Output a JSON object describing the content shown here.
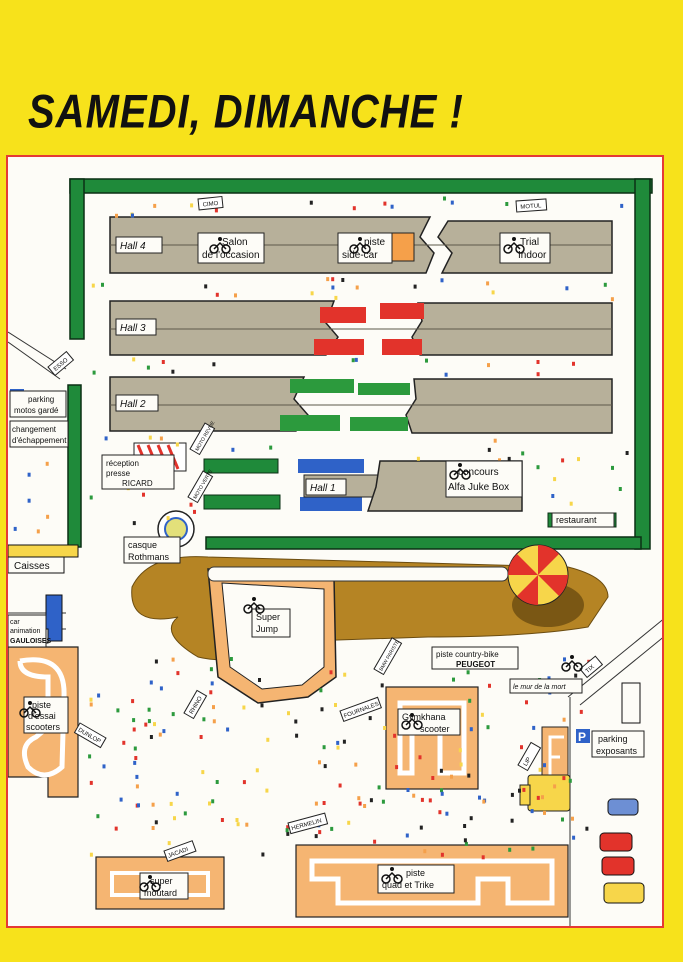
{
  "title": "SAMEDI, DIMANCHE !",
  "colors": {
    "page": "#f7e21b",
    "wall": "#1f8a3a",
    "hall": "#b7b09a",
    "track": "#f5b572",
    "mud": "#b58424",
    "frame": "#e53a35",
    "red": "#e2332b",
    "blue": "#2f62c8",
    "green": "#2c9a3d"
  },
  "halls": [
    "Hall 4",
    "Hall 3",
    "Hall 2",
    "Hall 1"
  ],
  "hall4": {
    "salon_line1": "Salon",
    "salon_line2": "de l'occasion",
    "sidecar_line1": "piste",
    "sidecar_line2": "side-car",
    "trial_line1": "Trial",
    "trial_line2": "Indoor"
  },
  "hall1": {
    "concours_line1": "concours",
    "concours_line2": "Alfa Juke Box"
  },
  "flags": {
    "cimo": "CIMO",
    "motul": "MOTUL",
    "esso": "ESSO",
    "moto_revue": "MOTO REVUE",
    "moto_verte": "MOTO VERTE",
    "rhino": "RHINO",
    "dunlop": "DUNLOP",
    "jacadi": "JACADI",
    "hermelin": "HERMELIN",
    "fournales": "FOURNALES",
    "bmw_pariste": "BMW PARISTE",
    "lip": "LIP",
    "tix": "TIX"
  },
  "zones": {
    "parking_garde_line1": "parking",
    "parking_garde_line2": "motos gardé",
    "echappement_line1": "changement",
    "echappement_line2": "d'échappement",
    "presse_line1": "réception",
    "presse_line2": "presse",
    "presse_line3": "RICARD",
    "restaurant": "restaurant",
    "casque_line1": "casque",
    "casque_line2": "Rothmans",
    "caisses": "Caisses",
    "gauloises_line1": "car",
    "gauloises_line2": "animation",
    "gauloises_line3": "GAULOISES",
    "super_jump_line1": "Super",
    "super_jump_line2": "Jump",
    "country_bike_line1": "piste country-bike",
    "country_bike_line2": "PEUGEOT",
    "mur_de_la_mort": "le mur de la mort",
    "scooters_line1": "piste",
    "scooters_line2": "d'essai",
    "scooters_line3": "scooters",
    "gymkhana_line1": "Gymkhana",
    "gymkhana_line2": "scooter",
    "parking_exposants_line1": "parking",
    "parking_exposants_line2": "exposants",
    "super_moutard_line1": "super",
    "super_moutard_line2": "moutard",
    "quad_line1": "piste",
    "quad_line2": "quad et Trike",
    "parking_letter": "P"
  }
}
